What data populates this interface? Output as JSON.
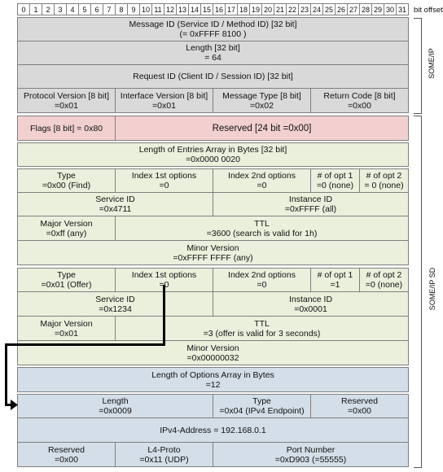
{
  "bit_offset_label": "bit offset",
  "bits": [
    "0",
    "1",
    "2",
    "3",
    "4",
    "5",
    "6",
    "7",
    "8",
    "9",
    "10",
    "11",
    "12",
    "13",
    "14",
    "15",
    "16",
    "17",
    "18",
    "19",
    "20",
    "21",
    "22",
    "23",
    "24",
    "25",
    "26",
    "27",
    "28",
    "29",
    "30",
    "31"
  ],
  "side_labels": {
    "someip": "SOME/IP",
    "someip_sd": "SOME/IP SD"
  },
  "someip_header": {
    "message_id": "Message ID (Service ID / Method ID) [32 bit]\n(= 0xFFFF 8100 )",
    "length": "Length [32 bit]\n= 64",
    "request_id": "Request ID (Client ID / Session ID) [32 bit]",
    "protocol_version": "Protocol Version [8 bit]\n=0x01",
    "interface_version": "Interface Version [8 bit]\n=0x01",
    "message_type": "Message Type [8 bit]\n=0x02",
    "return_code": "Return Code [8 bit]\n=0x00"
  },
  "sd": {
    "flags": "Flags [8 bit] = 0x80",
    "reserved": "Reserved [24 bit =0x00]",
    "entries_length": "Length of Entries Array  in Bytes [32 bit]\n=0x0000 0020"
  },
  "entry1": {
    "type": "Type\n=0x00 (Find)",
    "index1": "Index 1st options\n=0",
    "index2": "Index 2nd options\n=0",
    "num_opt1": "# of opt 1\n=0 (none)",
    "num_opt2": "# of opt 2\n= 0 (none)",
    "service_id": "Service ID\n=0x4711",
    "instance_id": "Instance ID\n=0xFFFF (all)",
    "major_version": "Major Version\n=0xff (any)",
    "ttl": "TTL\n=3600 (search is valid for 1h)",
    "minor_version": "Minor Version\n=0xFFFF FFFF (any)"
  },
  "entry2": {
    "type": "Type\n=0x01 (Offer)",
    "index1": "Index 1st options\n=0",
    "index2": "Index 2nd options\n=0",
    "num_opt1": "# of opt 1\n=1",
    "num_opt2": "# of opt 2\n=0 (none)",
    "service_id": "Service ID\n=0x1234",
    "instance_id": "Instance ID\n=0x0001",
    "major_version": "Major Version\n=0x01",
    "ttl": "TTL\n=3 (offer is valid for 3 seconds)",
    "minor_version": "Minor Version\n=0x00000032"
  },
  "options": {
    "options_length": "Length of Options Array  in Bytes\n=12",
    "length": "Length\n=0x0009",
    "type": "Type\n=0x04 (IPv4 Endpoint)",
    "reserved1": "Reserved\n=0x00",
    "ipv4": "IPv4-Address = 192.168.0.1",
    "reserved2": "Reserved\n=0x00",
    "l4proto": "L4-Proto\n=0x11 (UDP)",
    "port": "Port Number\n=0xD903 (=55555)"
  },
  "colors": {
    "header": "#d9d9d9",
    "sd": "#eaf0dc",
    "flags": "#f2d0d0",
    "options": "#d4dee8"
  }
}
